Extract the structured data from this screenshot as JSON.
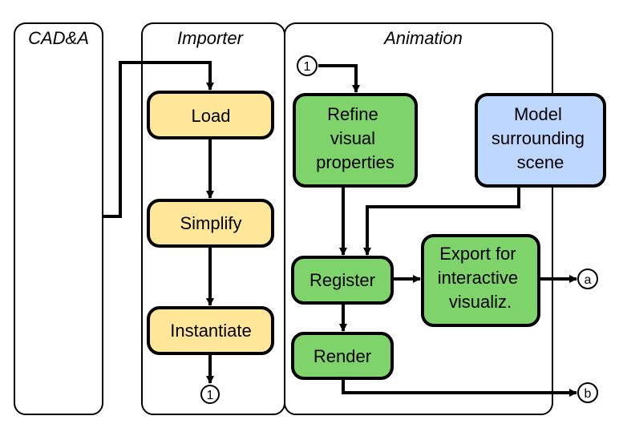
{
  "colors": {
    "importer_node": "#ffe699",
    "animation_node": "#7fd36b",
    "scene_node": "#bdd7ff",
    "stroke": "#000000"
  },
  "lanes": {
    "cad": "CAD&A",
    "importer": "Importer",
    "animation": "Animation"
  },
  "nodes": {
    "load": [
      "Load"
    ],
    "simplify": [
      "Simplify"
    ],
    "instantiate": [
      "Instantiate"
    ],
    "refine": [
      "Refine",
      "visual",
      "properties"
    ],
    "model": [
      "Model",
      "surrounding",
      "scene"
    ],
    "register": [
      "Register"
    ],
    "export": [
      "Export for",
      "interactive",
      "visualiz."
    ],
    "render": [
      "Render"
    ]
  },
  "connectors": {
    "one_bottom": "1",
    "one_top": "1",
    "a": "a",
    "b": "b"
  }
}
